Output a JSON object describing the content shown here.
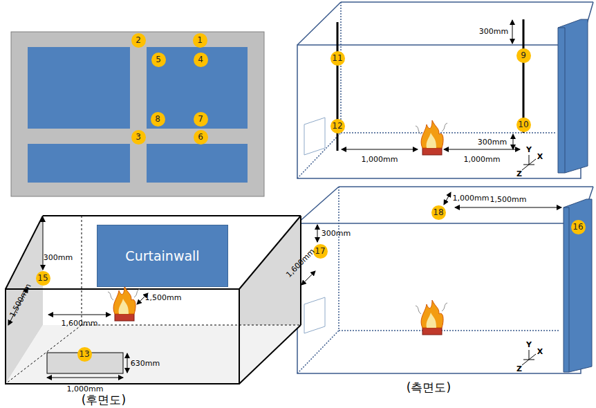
{
  "diagram": {
    "nodes": [
      {
        "text": [
          "Curtainwall"
        ]
      }
    ],
    "labels": [
      "1",
      "2",
      "5",
      "4",
      "8",
      "7",
      "3",
      "6",
      "11",
      "9",
      "12",
      "10",
      "300mm",
      "300mm",
      "1,000mm",
      "1,000mm",
      "Y",
      "X",
      "Z",
      "15",
      "300mm",
      "1,500mm",
      "1,600mm",
      "1,500mm",
      "13",
      "630mm",
      "1,000mm",
      "(후면도)",
      "18",
      "1,000mm",
      "1,500mm",
      "16",
      "17",
      "300mm",
      "1,600mm",
      "Y",
      "X",
      "Z",
      "(측면도)"
    ]
  }
}
